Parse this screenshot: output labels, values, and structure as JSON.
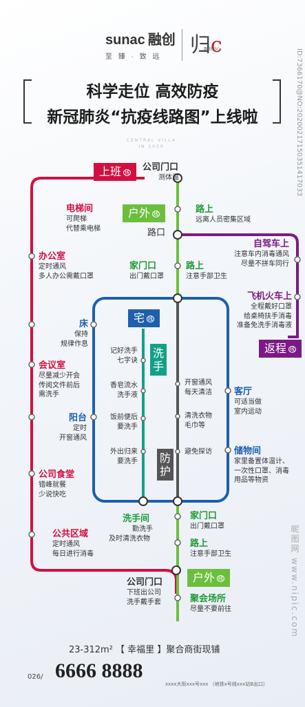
{
  "brand": {
    "logo": "sunac",
    "logo_cn": "融创",
    "slogan": "至 臻 · 致 远",
    "sub_brand_tiny": "融创归心"
  },
  "titles": {
    "line1": "科学走位 高效防疫",
    "line2": "新冠肺炎“抗疫线路图”上线啦"
  },
  "subtitle": "CENTRAL VILLA IN 2020",
  "side_id": "ID:7366170@NO:20200217150351417033",
  "watermark": "昵图网 www.nipic.com",
  "colors": {
    "red": "#d2103f",
    "green": "#6cbf3d",
    "purple": "#7b1a86",
    "blue": "#1e5fae",
    "teal": "#13a088",
    "gray": "#555555"
  },
  "badges": {
    "work": "上班",
    "outdoor_top": "户外",
    "home": "宅",
    "wash": "洗手",
    "protect": "防护",
    "return": "返程",
    "outdoor_bottom": "户外",
    "badge_mark": "线"
  },
  "stops": {
    "company_top": {
      "title": "公司门口",
      "desc": "测体温"
    },
    "road_top": {
      "title": "路上",
      "desc": "远离人员密集区域"
    },
    "crossing": {
      "title": "路口"
    },
    "elevator": {
      "title": "电梯间",
      "desc": [
        "可爬梯",
        "代替乘电梯"
      ]
    },
    "office": {
      "title": "办公室",
      "desc": [
        "定时通风",
        "多人办公需戴口罩"
      ]
    },
    "meeting": {
      "title": "会议室",
      "desc": [
        "尽量减少开会",
        "传阅文件前后",
        "需洗手"
      ]
    },
    "balcony": {
      "title": "阳台",
      "desc": [
        "定时",
        "开窗通风"
      ]
    },
    "canteen": {
      "title": "公司食堂",
      "desc": [
        "错峰就餐",
        "少说快吃"
      ]
    },
    "public": {
      "title": "公共区域",
      "desc": [
        "定时通风",
        "每日进行消毒"
      ]
    },
    "gate_mid": {
      "title": "家门口",
      "desc": "出门戴口罩"
    },
    "road_mid": {
      "title": "路上",
      "desc": "注意手部卫生"
    },
    "selfdrive": {
      "title": "自驾车上",
      "desc": [
        "注意车内消毒通风",
        "尽量不拼车同行"
      ]
    },
    "train": {
      "title": "飞机火车上",
      "desc": [
        "全程戴好口罩",
        "给桌椅扶手消毒",
        "准备免洗手消毒液"
      ]
    },
    "bed": {
      "title": "床",
      "desc": [
        "保持",
        "规律作息"
      ]
    },
    "living": {
      "title": "客厅",
      "desc": [
        "可适当做",
        "室内运动"
      ]
    },
    "storage": {
      "title": "储物间",
      "desc": [
        "家里备置体温计、",
        "一次性口罩、消毒",
        "用品等物资"
      ]
    },
    "wash1": {
      "desc": [
        "记好洗手",
        "七字诀"
      ]
    },
    "wash2": {
      "desc": [
        "香皂流水",
        "洗手液"
      ]
    },
    "wash3": {
      "desc": [
        "饭前便后",
        "要洗手"
      ]
    },
    "wash4": {
      "desc": [
        "外出归来",
        "要洗手"
      ]
    },
    "prot1": {
      "desc": [
        "开窗通风",
        "每天清洁"
      ]
    },
    "prot2": {
      "desc": [
        "清洗衣物",
        "毛巾等"
      ]
    },
    "prot3": {
      "desc": "避免探访"
    },
    "washroom": {
      "title": "洗手间",
      "desc": [
        "勤洗手",
        "及时清洗衣物"
      ]
    },
    "gate_bot": {
      "title": "家门口",
      "desc": "出门戴口罩"
    },
    "road_bot": {
      "title": "路上",
      "desc": "注意手部卫生"
    },
    "company_bot": {
      "title": "公司门口",
      "desc": [
        "下班出公司",
        "洗手戴手套"
      ]
    },
    "gathering": {
      "title": "聚会场所",
      "desc": "尽量不要前往"
    }
  },
  "footer": {
    "tags": "23-312m² 【 幸福里 】聚合商街现铺",
    "prefix": "026/",
    "phone": "6666 8888",
    "address": "xxxx大街xxx号xxx （地铁x号线xxx站B出口）"
  }
}
